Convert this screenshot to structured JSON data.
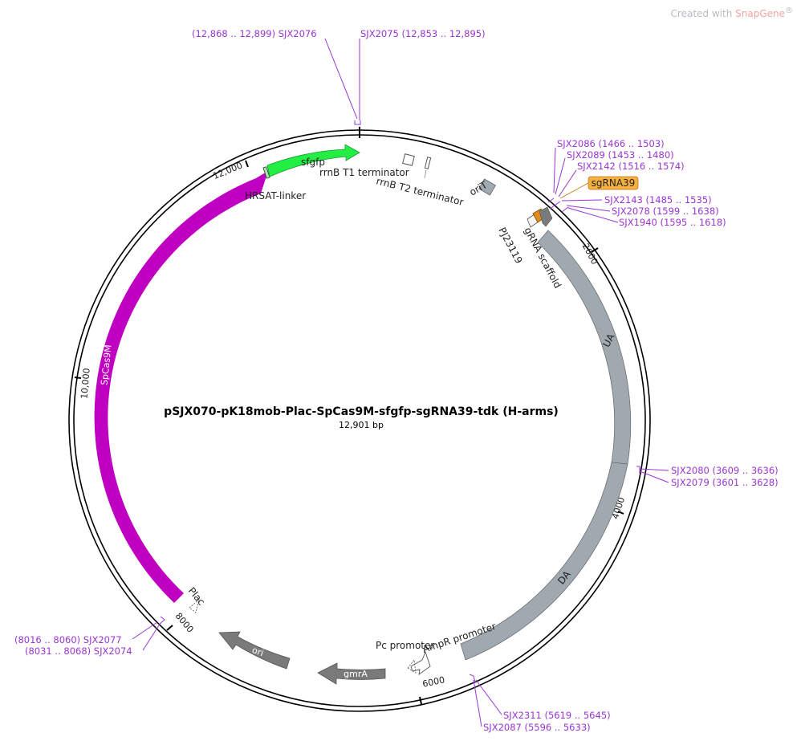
{
  "watermark": {
    "prefix": "Created with ",
    "brand": "SnapGene",
    "mark": "®"
  },
  "plasmid": {
    "name": "pSJX070-pK18mob-Plac-SpCas9M-sfgfp-sgRNA39-tdk (H-arms)",
    "length_label": "12,901 bp"
  },
  "ticks": [
    "2000",
    "4000",
    "6000",
    "8000",
    "10,000",
    "12,000"
  ],
  "features": {
    "spcas9m": "SpCas9M",
    "sfgfp": "sfgfp",
    "hrsat": "HRSAT-linker",
    "rrnb_t1": "rrnB T1 terminator",
    "rrnb_t2": "rrnB T2 terminator",
    "orit": "oriT",
    "sgrna39": "sgRNA39",
    "pj23119": "PJ23119",
    "grna_scaffold": "gRNA scaffold",
    "ua": "UA",
    "da": "DA",
    "ampr_promoter": "AmpR promoter",
    "pc_promoter": "Pc promoter",
    "gmra": "gmrA",
    "ori": "ori",
    "plac": "Plac"
  },
  "primers": {
    "sjx2076": "(12,868 .. 12,899)  SJX2076",
    "sjx2075": "SJX2075  (12,853 .. 12,895)",
    "sjx2086": "SJX2086  (1466 .. 1503)",
    "sjx2089": "SJX2089  (1453 .. 1480)",
    "sjx2142": "SJX2142  (1516 .. 1574)",
    "sjx2143": "SJX2143  (1485 .. 1535)",
    "sjx2078": "SJX2078  (1599 .. 1638)",
    "sjx1940": "SJX1940  (1595 .. 1618)",
    "sjx2080": "SJX2080  (3609 .. 3636)",
    "sjx2079": "SJX2079  (3601 .. 3628)",
    "sjx2311": "SJX2311  (5619 .. 5645)",
    "sjx2087": "SJX2087  (5596 .. 5633)",
    "sjx2077": "(8016 .. 8060)  SJX2077",
    "sjx2074": "(8031 .. 8068)  SJX2074"
  },
  "colors": {
    "backbone": "#000000",
    "spcas9m": "#c000c0",
    "sfgfp": "#22ee44",
    "grey_feature": "#a0a8b0",
    "dark_feature": "#7a7a7a",
    "primer": "#9a35d4",
    "sgrna_badge": "#f5b041"
  }
}
